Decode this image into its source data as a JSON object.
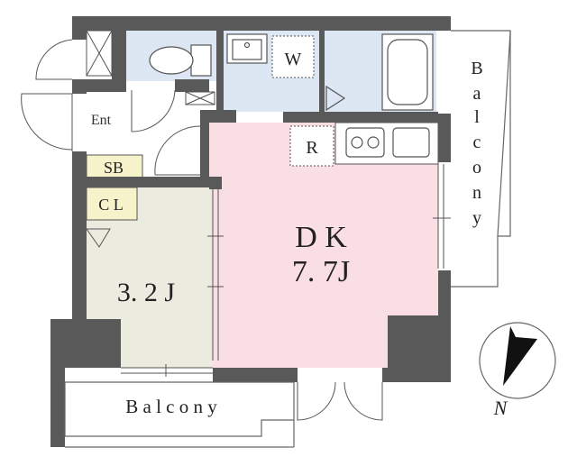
{
  "rooms": {
    "entrance": "Ent",
    "shoe_box": "SB",
    "closet": "C L",
    "western_room": "3. 2 J",
    "dining_kitchen_name": "D K",
    "dining_kitchen_size": "7. 7J",
    "washer": "W",
    "refrigerator": "R"
  },
  "balconies": {
    "east": [
      "B",
      "a",
      "l",
      "c",
      "o",
      "n",
      "y"
    ],
    "south": "B a l c o n y"
  },
  "compass": {
    "label": "N"
  },
  "colors": {
    "wall": "#595959",
    "dining_kitchen": "#f9dfe3",
    "western_room": "#ecebe0",
    "wet_area": "#dde7f4",
    "shoe_box": "#f6f2c9",
    "closet": "#f6f2c9",
    "line": "#555555"
  }
}
